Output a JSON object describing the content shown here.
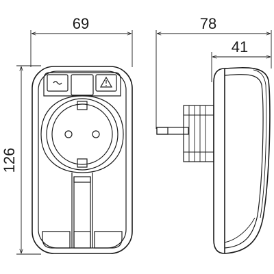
{
  "dimensions": {
    "front_width": "69",
    "side_depth": "78",
    "side_body_depth": "41",
    "height": "126"
  },
  "icons": {
    "left_indicator": "tilde-icon",
    "right_indicator": "warning-triangle-icon"
  },
  "colors": {
    "line": "#1a1a1a",
    "background": "#ffffff"
  }
}
